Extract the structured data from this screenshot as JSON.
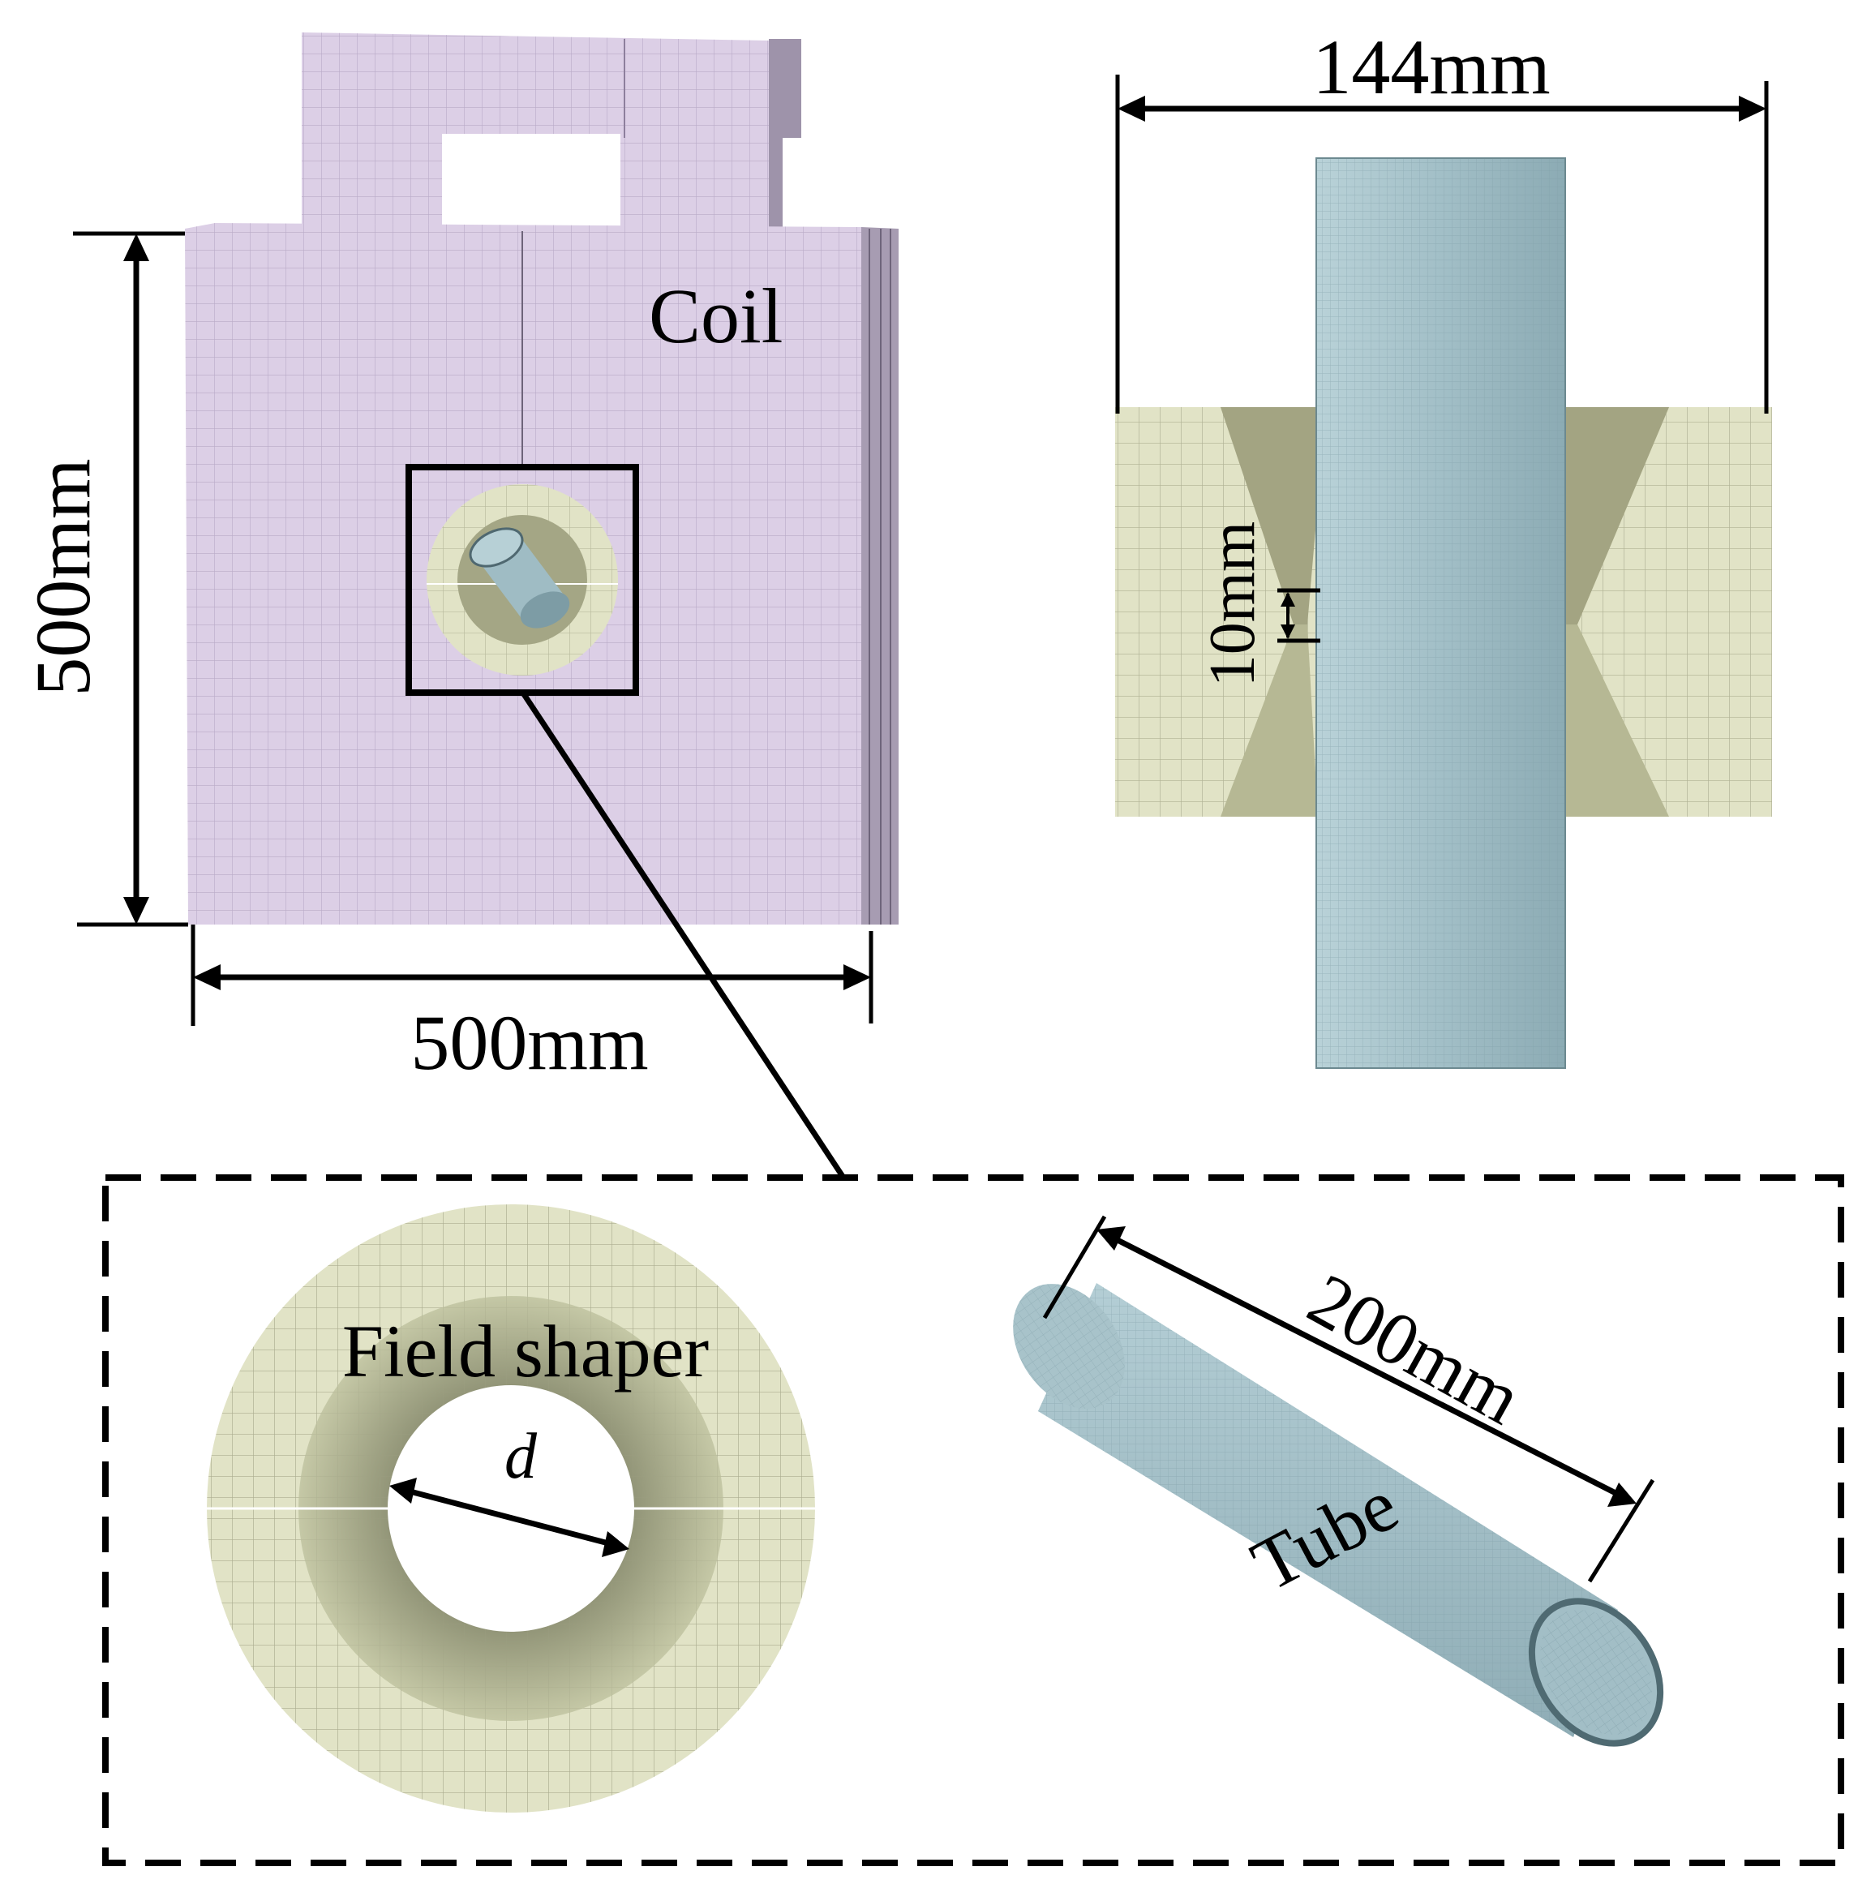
{
  "labels": {
    "coil": "Coil",
    "coil_height": "500mm",
    "coil_width": "500mm",
    "assembly_width": "144mm",
    "gap": "10mm",
    "field_shaper": "Field shaper",
    "inner_diameter": "d",
    "tube": "Tube",
    "tube_length": "200mm"
  },
  "colors": {
    "coil": "#dccfe6",
    "coil_side": "#9f95ab",
    "field_shaper": "#e1e3c6",
    "field_shaper_shadow": "#a2a382",
    "tube": "#9fbcc4",
    "tube_shadow": "#6f8f98",
    "mesh_line": "#8a8f78",
    "outline": "#000000"
  }
}
